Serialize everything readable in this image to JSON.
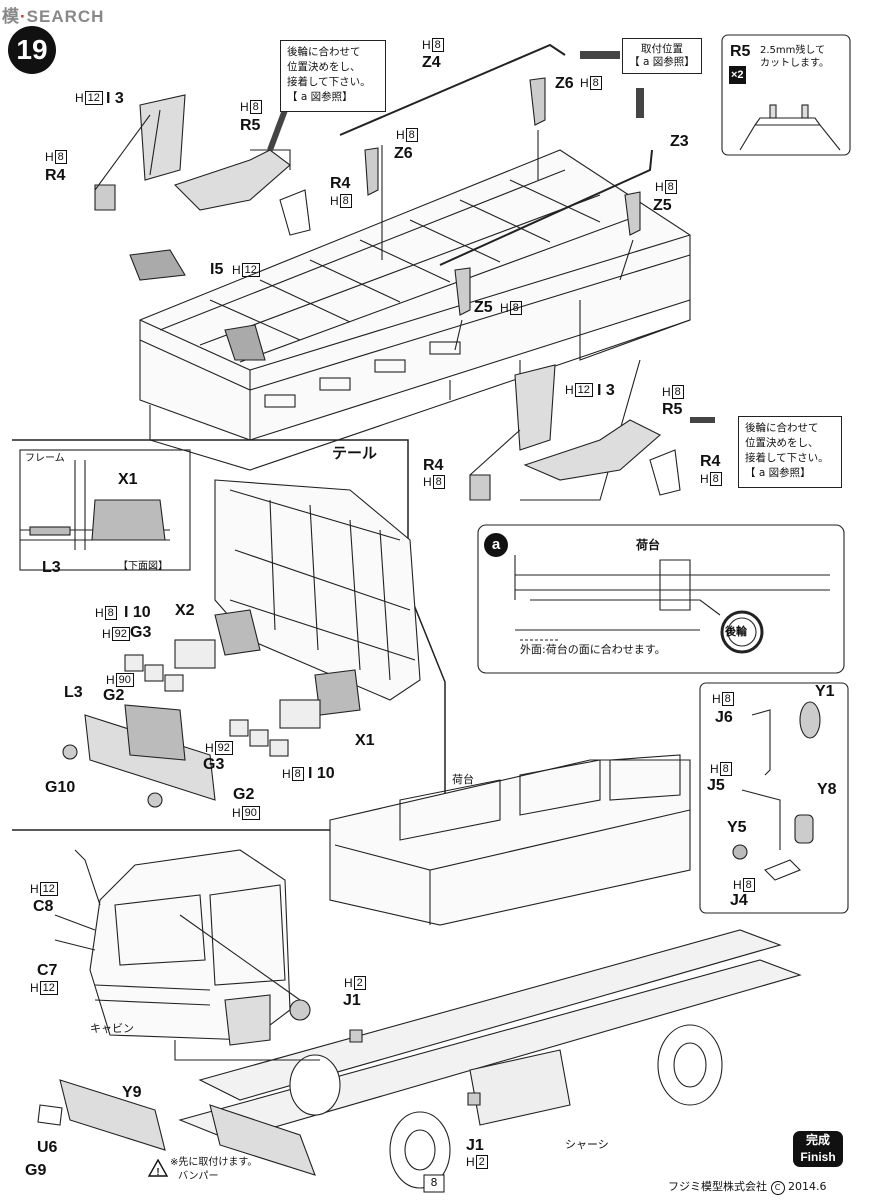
{
  "watermark": {
    "prefix": "模",
    "rest": "SEARCH"
  },
  "step": {
    "number": "19"
  },
  "top_section": {
    "note_left": [
      "後輪に合わせて",
      "位置決めをし、",
      "接着して下さい。",
      "【 a 図参照】"
    ],
    "note_mount": [
      "取付位置",
      "【 a 図参照】"
    ],
    "note_right": [
      "後輪に合わせて",
      "位置決めをし、",
      "接着して下さい。",
      "【 a 図参照】"
    ],
    "r5_cut": {
      "part": "R5",
      "text": [
        "2.5mm残して",
        "カットします。"
      ],
      "qty": "×2"
    },
    "parts": [
      {
        "id": "p-i3-top",
        "label": "I 3",
        "sprue": "H",
        "no": "12"
      },
      {
        "id": "p-r5-top",
        "label": "R5",
        "sprue": "H",
        "no": "8"
      },
      {
        "id": "p-r4-top",
        "label": "R4",
        "sprue": "H",
        "no": "8"
      },
      {
        "id": "p-r4-top2",
        "label": "R4",
        "sprue": "H",
        "no": "8"
      },
      {
        "id": "p-z4",
        "label": "Z4",
        "sprue": "H",
        "no": "8"
      },
      {
        "id": "p-z6a",
        "label": "Z6",
        "sprue": "H",
        "no": "8"
      },
      {
        "id": "p-z6b",
        "label": "Z6",
        "sprue": "H",
        "no": "8"
      },
      {
        "id": "p-z3",
        "label": "Z3",
        "sprue": "",
        "no": ""
      },
      {
        "id": "p-z5a",
        "label": "Z5",
        "sprue": "H",
        "no": "8"
      },
      {
        "id": "p-z5b",
        "label": "Z5",
        "sprue": "H",
        "no": "8"
      },
      {
        "id": "p-i5",
        "label": "I5",
        "sprue": "H",
        "no": "12"
      },
      {
        "id": "p-i3-mid",
        "label": "I 3",
        "sprue": "H",
        "no": "12"
      },
      {
        "id": "p-r5-mid",
        "label": "R5",
        "sprue": "H",
        "no": "8"
      },
      {
        "id": "p-r4-mid",
        "label": "R4",
        "sprue": "H",
        "no": "8"
      },
      {
        "id": "p-r4-mid2",
        "label": "R4",
        "sprue": "H",
        "no": "8"
      }
    ]
  },
  "detail_a": {
    "badge": "a",
    "title": "荷台",
    "wheel": "後輪",
    "caption": "外面:荷台の面に合わせます。"
  },
  "tail_section": {
    "title": "テール",
    "inset": {
      "frame": "フレーム",
      "part": "X1",
      "l3": "L3",
      "view": "【下面図】"
    },
    "parts": [
      {
        "label": "X2"
      },
      {
        "label": "I 10",
        "sprue": "H",
        "no": "8"
      },
      {
        "label": "G3",
        "sprue": "H",
        "no": "92"
      },
      {
        "label": "G2",
        "sprue": "H",
        "no": "90"
      },
      {
        "label": "L3"
      },
      {
        "label": "G10"
      },
      {
        "label": "X1"
      },
      {
        "label": "G3",
        "sprue": "H",
        "no": "92"
      },
      {
        "label": "I 10",
        "sprue": "H",
        "no": "8"
      },
      {
        "label": "G2",
        "sprue": "H",
        "no": "90"
      }
    ]
  },
  "mirror_section": {
    "parts": [
      {
        "label": "Y1"
      },
      {
        "label": "J6",
        "sprue": "H",
        "no": "8"
      },
      {
        "label": "J5",
        "sprue": "H",
        "no": "8"
      },
      {
        "label": "Y8"
      },
      {
        "label": "Y5"
      },
      {
        "label": "J4",
        "sprue": "H",
        "no": "8"
      }
    ]
  },
  "bottom_section": {
    "bed": "荷台",
    "cabin": "キャビン",
    "chassis": "シャーシ",
    "bumper_note": "※先に取付けます。",
    "bumper": "バンパー",
    "parts": [
      {
        "label": "C8",
        "sprue": "H",
        "no": "12"
      },
      {
        "label": "C7",
        "sprue": "H",
        "no": "12"
      },
      {
        "label": "J1",
        "sprue": "H",
        "no": "2"
      },
      {
        "label": "J1",
        "sprue": "H",
        "no": "2"
      },
      {
        "label": "Y9"
      },
      {
        "label": "U6"
      },
      {
        "label": "G9"
      }
    ]
  },
  "finish": {
    "jp": "完成",
    "en": "Finish"
  },
  "footer": {
    "page": "8",
    "company": "フジミ模型株式会社",
    "copyright": "C",
    "date": "2014.6"
  }
}
